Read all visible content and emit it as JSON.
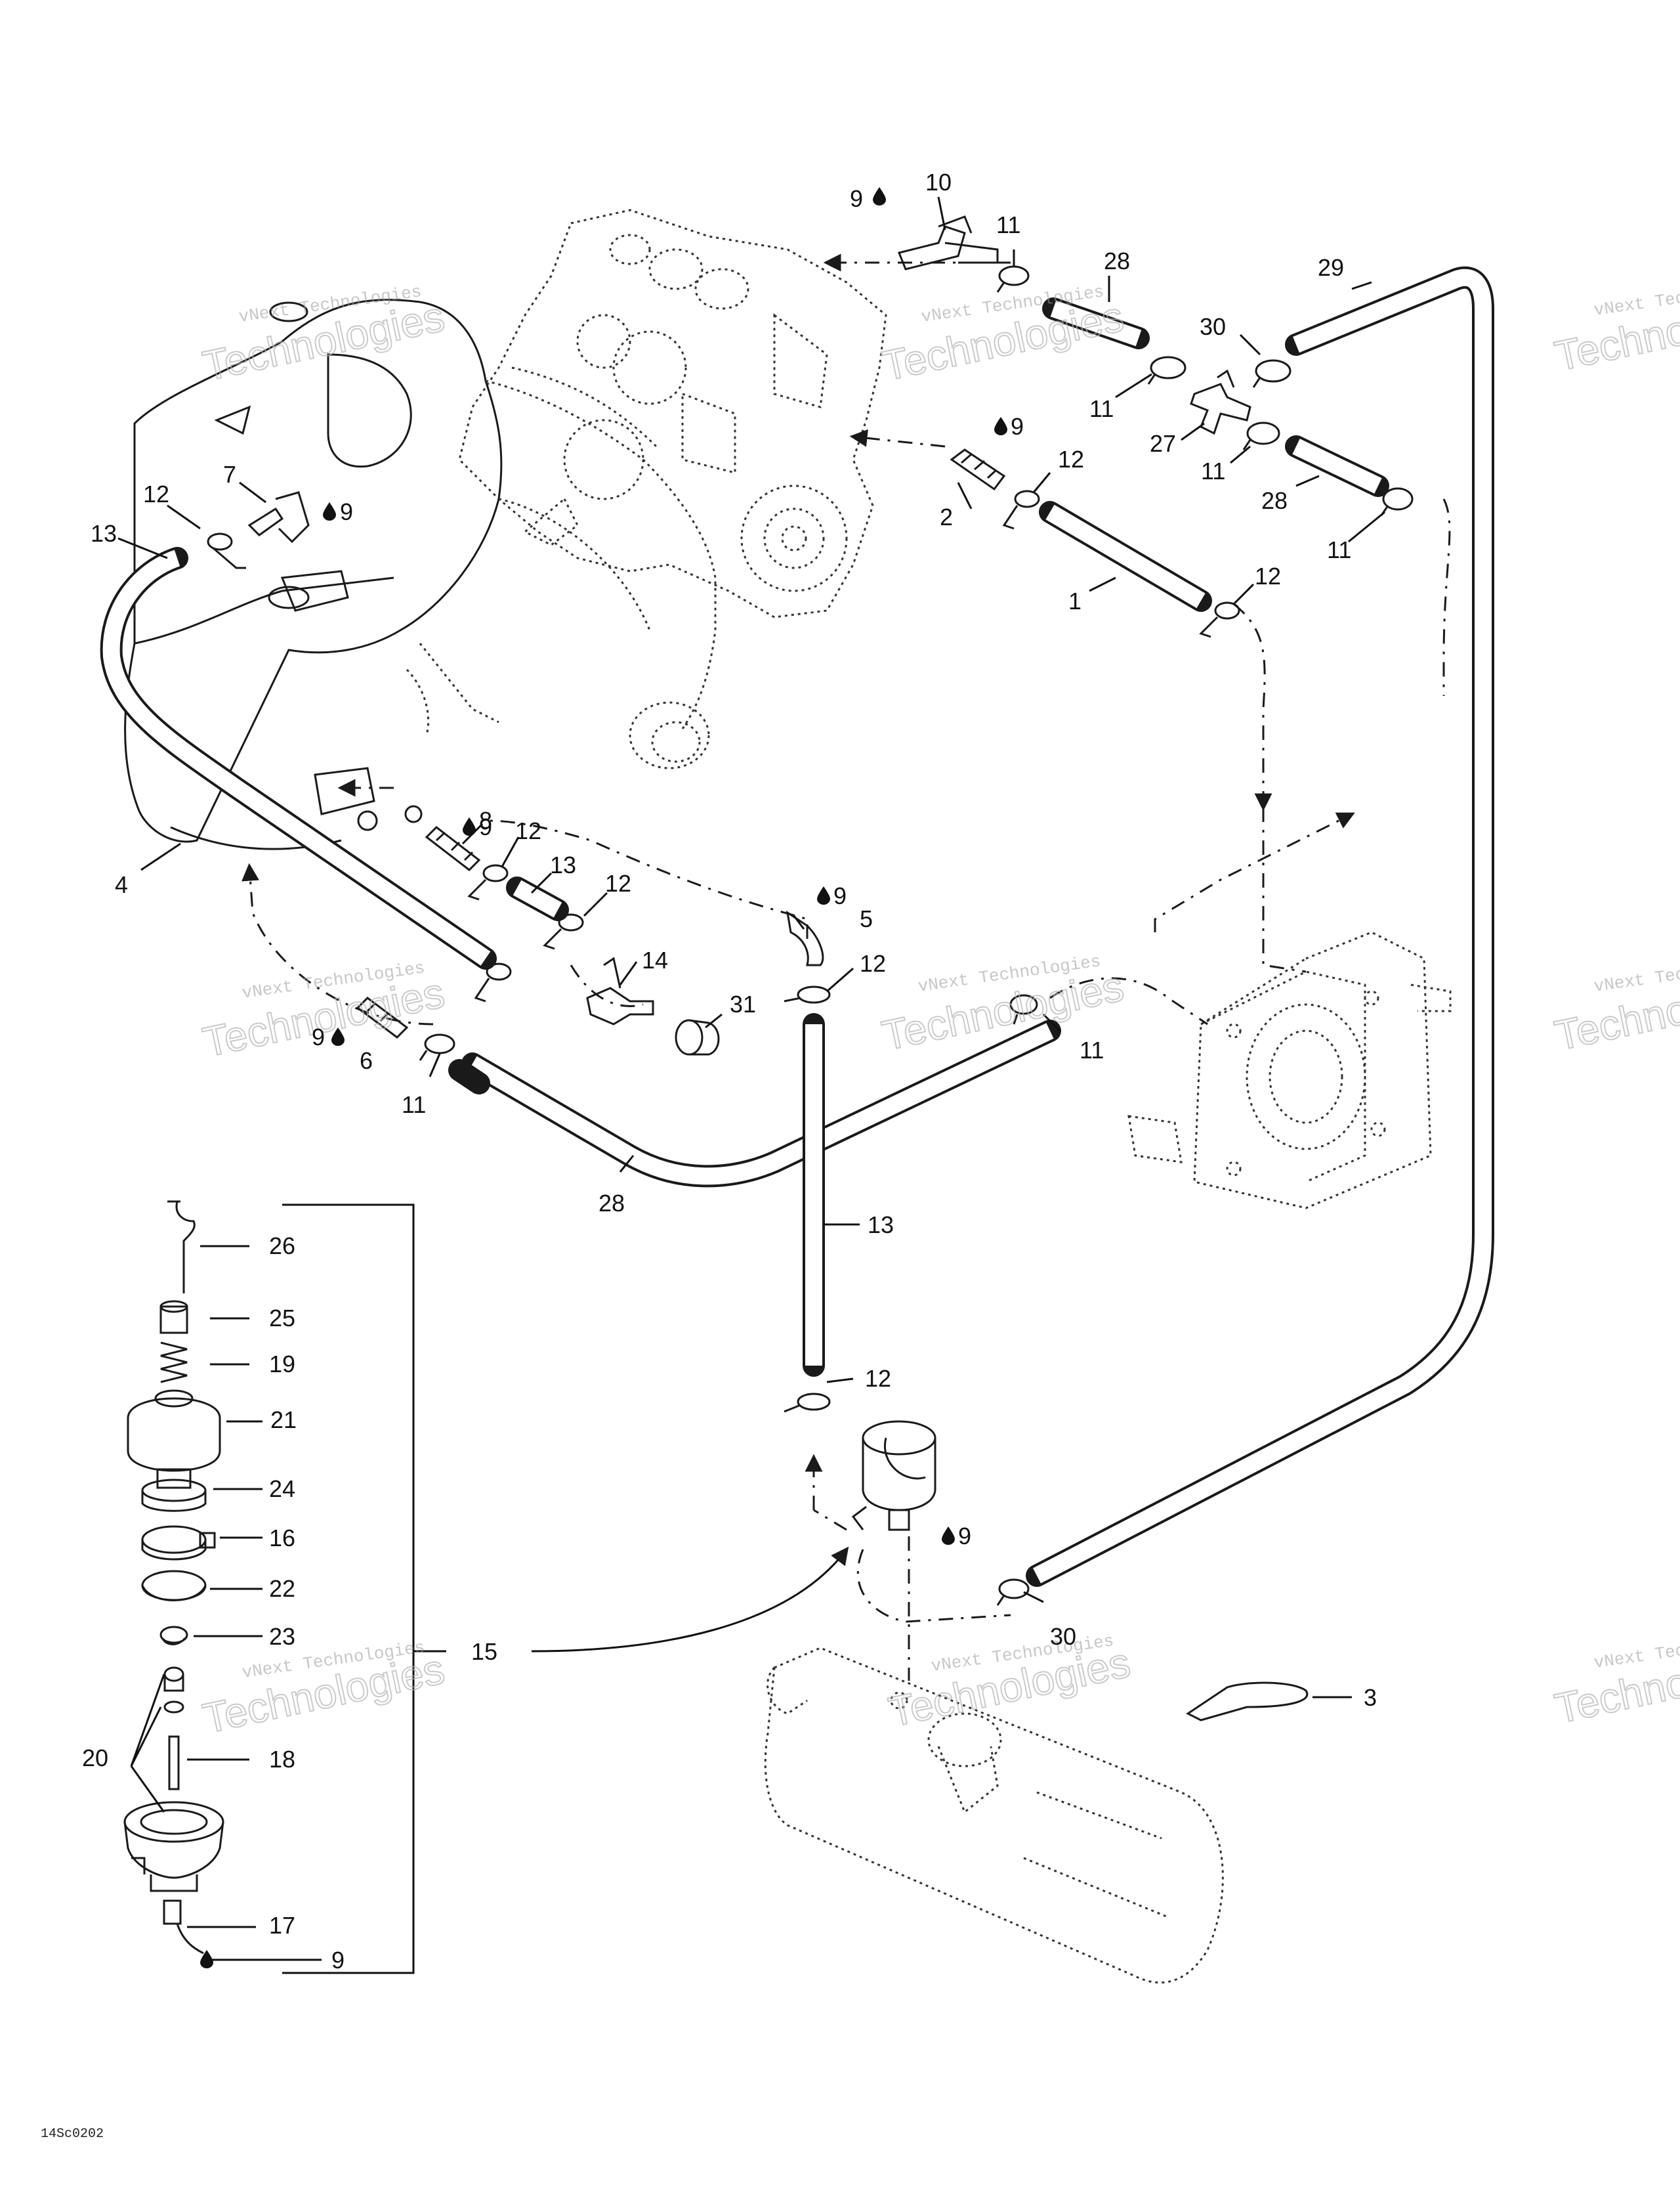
{
  "diagram": {
    "callouts": {
      "c1": "1",
      "c2": "2",
      "c3": "3",
      "c4": "4",
      "c5": "5",
      "c6": "6",
      "c7": "7",
      "c8": "8",
      "c9_a": "9",
      "c9_b": "9",
      "c9_c": "9",
      "c9_d": "9",
      "c9_e": "9",
      "c9_f": "9",
      "c9_g": "9",
      "c9_h": "9",
      "c10": "10",
      "c11_a": "11",
      "c11_b": "11",
      "c11_c": "11",
      "c11_d": "11",
      "c11_e": "11",
      "c11_f": "11",
      "c12_a": "12",
      "c12_b": "12",
      "c12_c": "12",
      "c12_d": "12",
      "c12_e": "12",
      "c12_f": "12",
      "c12_g": "12",
      "c13_a": "13",
      "c13_b": "13",
      "c13_c": "13",
      "c14": "14",
      "c15": "15",
      "c16": "16",
      "c17": "17",
      "c18": "18",
      "c19": "19",
      "c20": "20",
      "c21": "21",
      "c22": "22",
      "c23": "23",
      "c24": "24",
      "c25": "25",
      "c26": "26",
      "c27": "27",
      "c28_a": "28",
      "c28_b": "28",
      "c28_c": "28",
      "c29": "29",
      "c30_a": "30",
      "c30_b": "30",
      "c31": "31"
    },
    "watermark_line": "vNext Technologies",
    "watermark_word": "Technologies",
    "watermark_partial": "vNext Tec",
    "watermark_partial_b": "Techno",
    "drawing_code": "14Sc0202"
  },
  "colors": {
    "ink": "#1a1a1a",
    "watermark": "#9a9a9a",
    "background": "#ffffff"
  },
  "icons": {
    "drop": "oil-drop-icon",
    "arrow": "flow-arrow-icon"
  }
}
